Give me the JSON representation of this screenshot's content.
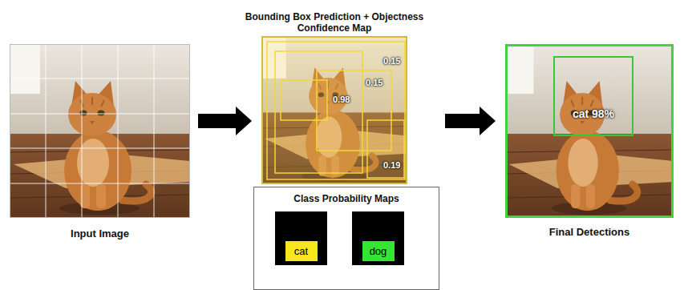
{
  "diagram": {
    "nodes": [
      {
        "text": [
          "Input Image"
        ]
      },
      {
        "text": [
          "Bounding Box Prediction + Objectness Confidence Map"
        ]
      },
      {
        "text": [
          "Class Probability Maps"
        ]
      },
      {
        "text": [
          "cat"
        ],
        "in": 2
      },
      {
        "text": [
          "dog"
        ],
        "in": 2
      },
      {
        "text": [
          "Final Detections"
        ]
      },
      {
        "text": [
          "cat 98%"
        ],
        "in": 5
      }
    ],
    "edges": [
      {
        "from": 0,
        "to": 1,
        "arrow": "to"
      },
      {
        "from": 1,
        "to": 5,
        "arrow": "to"
      }
    ],
    "labels": [
      "0.15",
      "0.98",
      "0.15",
      "0.19"
    ]
  }
}
